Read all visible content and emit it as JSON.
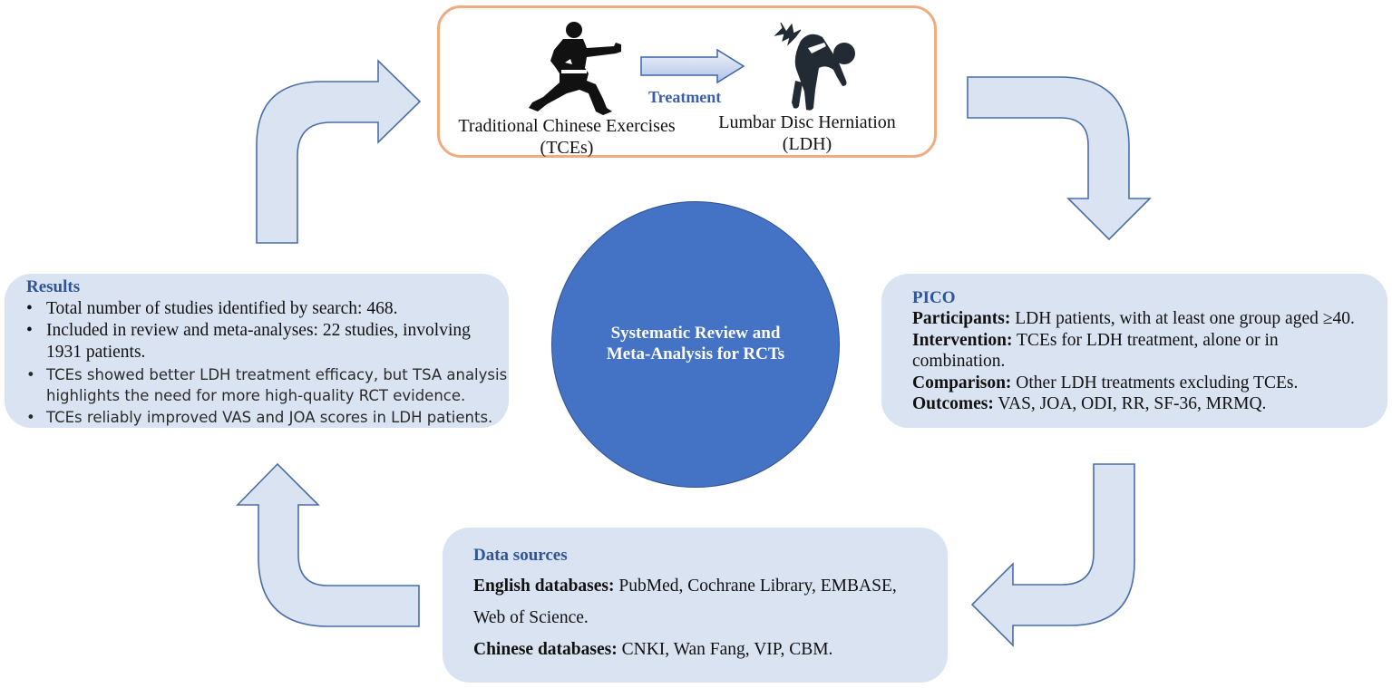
{
  "colors": {
    "arrow_fill": "#dae3f2",
    "arrow_stroke": "#4a6ea8",
    "panel_fill": "#dae3f2",
    "title_blue": "#2f5597",
    "circle_fill": "#4472c4",
    "top_border": "#f0ab7e"
  },
  "top": {
    "left_icon": "martial-arts-figure-icon",
    "left_caption_line1": "Traditional Chinese Exercises",
    "left_caption_line2": "(TCEs)",
    "arrow_label": "Treatment",
    "right_icon": "back-pain-figure-icon",
    "right_caption_line1": "Lumbar Disc Herniation",
    "right_caption_line2": "(LDH)"
  },
  "center": {
    "line1": "Systematic Review and",
    "line2": "Meta-Analysis for RCTs"
  },
  "results": {
    "title": "Results",
    "items": [
      "Total number of studies identified by search: 468.",
      "Included in review and meta-analyses: 22 studies, involving 1931 patients.",
      "TCEs showed better LDH treatment efficacy, but TSA analysis highlights the need for more high-quality RCT evidence.",
      "TCEs reliably improved VAS and JOA scores in LDH patients."
    ]
  },
  "pico": {
    "title": "PICO",
    "rows": [
      {
        "label": "Participants:",
        "text": " LDH patients, with at least one group aged ≥40."
      },
      {
        "label": "Intervention:",
        "text": " TCEs for LDH treatment, alone or in combination."
      },
      {
        "label": "Comparison:",
        "text": " Other LDH treatments excluding TCEs."
      },
      {
        "label": "Outcomes:",
        "text": " VAS, JOA, ODI, RR, SF-36, MRMQ."
      }
    ]
  },
  "sources": {
    "title": "Data sources",
    "english_label": "English databases:",
    "english_text": " PubMed, Cochrane Library, EMBASE,",
    "english_text2": "Web of Science.",
    "chinese_label": "Chinese databases:",
    "chinese_text": " CNKI,  Wan Fang, VIP, CBM."
  },
  "flow": [
    {
      "from": "Treatment",
      "to": "PICO",
      "direction": "curved-down"
    },
    {
      "from": "PICO",
      "to": "Data sources",
      "direction": "curved-left"
    },
    {
      "from": "Data sources",
      "to": "Results",
      "direction": "curved-up"
    },
    {
      "from": "Results",
      "to": "Treatment",
      "direction": "curved-right"
    }
  ]
}
